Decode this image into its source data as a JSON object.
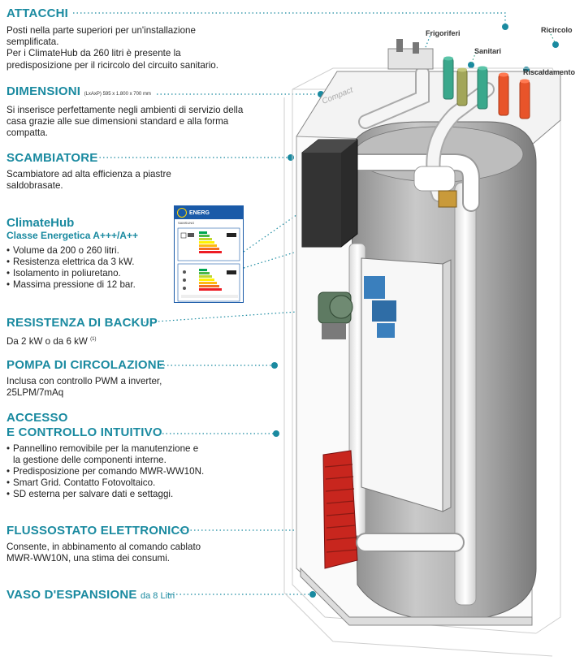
{
  "sections": {
    "attacchi": {
      "title": "ATTACCHI",
      "body": "Posti nella parte superiori per un'installazione semplificata.\nPer i ClimateHub da 260 litri è presente la predisposizione per il ricircolo del circuito sanitario."
    },
    "dimensioni": {
      "title": "DIMENSIONI",
      "subtitle": "(LxAxP) 595 x 1.800 x 700 mm",
      "body": "Si inserisce perfettamente negli ambienti di servizio della casa grazie alle sue dimensioni standard e alla forma compatta."
    },
    "scambiatore": {
      "title": "SCAMBIATORE",
      "body": "Scambiatore ad alta efficienza a piastre saldobrasate."
    },
    "climatehub": {
      "title": "ClimateHub",
      "subtitle": "Classe Energetica A+++/A++",
      "bullets": [
        "Volume da 200 o 260 litri.",
        "Resistenza elettrica da 3 kW.",
        "Isolamento in poliuretano.",
        "Massima pressione di 12 bar."
      ]
    },
    "resistenza": {
      "title": "RESISTENZA DI BACKUP",
      "body": "Da 2 kW o da 6 kW",
      "note": "(1)"
    },
    "pompa": {
      "title": "POMPA DI CIRCOLAZIONE",
      "body": "Inclusa con controllo PWM a inverter, 25LPM/7mAq"
    },
    "accesso": {
      "title_line1": "ACCESSO",
      "title_line2": "E CONTROLLO INTUITIVO",
      "bullets": [
        "Pannellino removibile per la manutenzione e la gestione delle componenti interne.",
        "Predisposizione per comando MWR-WW10N.",
        "Smart Grid. Contatto Fotovoltaico.",
        "SD esterna per salvare dati e settaggi."
      ]
    },
    "flussostato": {
      "title": "FLUSSOSTATO ELETTRONICO",
      "body": "Consente, in abbinamento al comando cablato MWR-WW10N, una stima dei consumi."
    },
    "vaso": {
      "title": "VASO D'ESPANSIONE",
      "subtitle": "da 8 Litri"
    }
  },
  "energy_label": {
    "header": "ENERG",
    "brand": "SAMSUNG"
  },
  "diagram": {
    "labels": {
      "frigoriferi": "Frigoriferi",
      "ricircolo": "Ricircolo",
      "sanitari": "Sanitari",
      "riscaldamento": "Riscaldamento",
      "compact": "Compact"
    }
  },
  "colors": {
    "accent": "#1a8aa0",
    "pipe_green": "#3aa88c",
    "pipe_orange": "#e8542a",
    "pipe_olive": "#a2a65a",
    "heat_exchanger_red": "#c8261e",
    "panel_blue": "#3a7fbd"
  }
}
